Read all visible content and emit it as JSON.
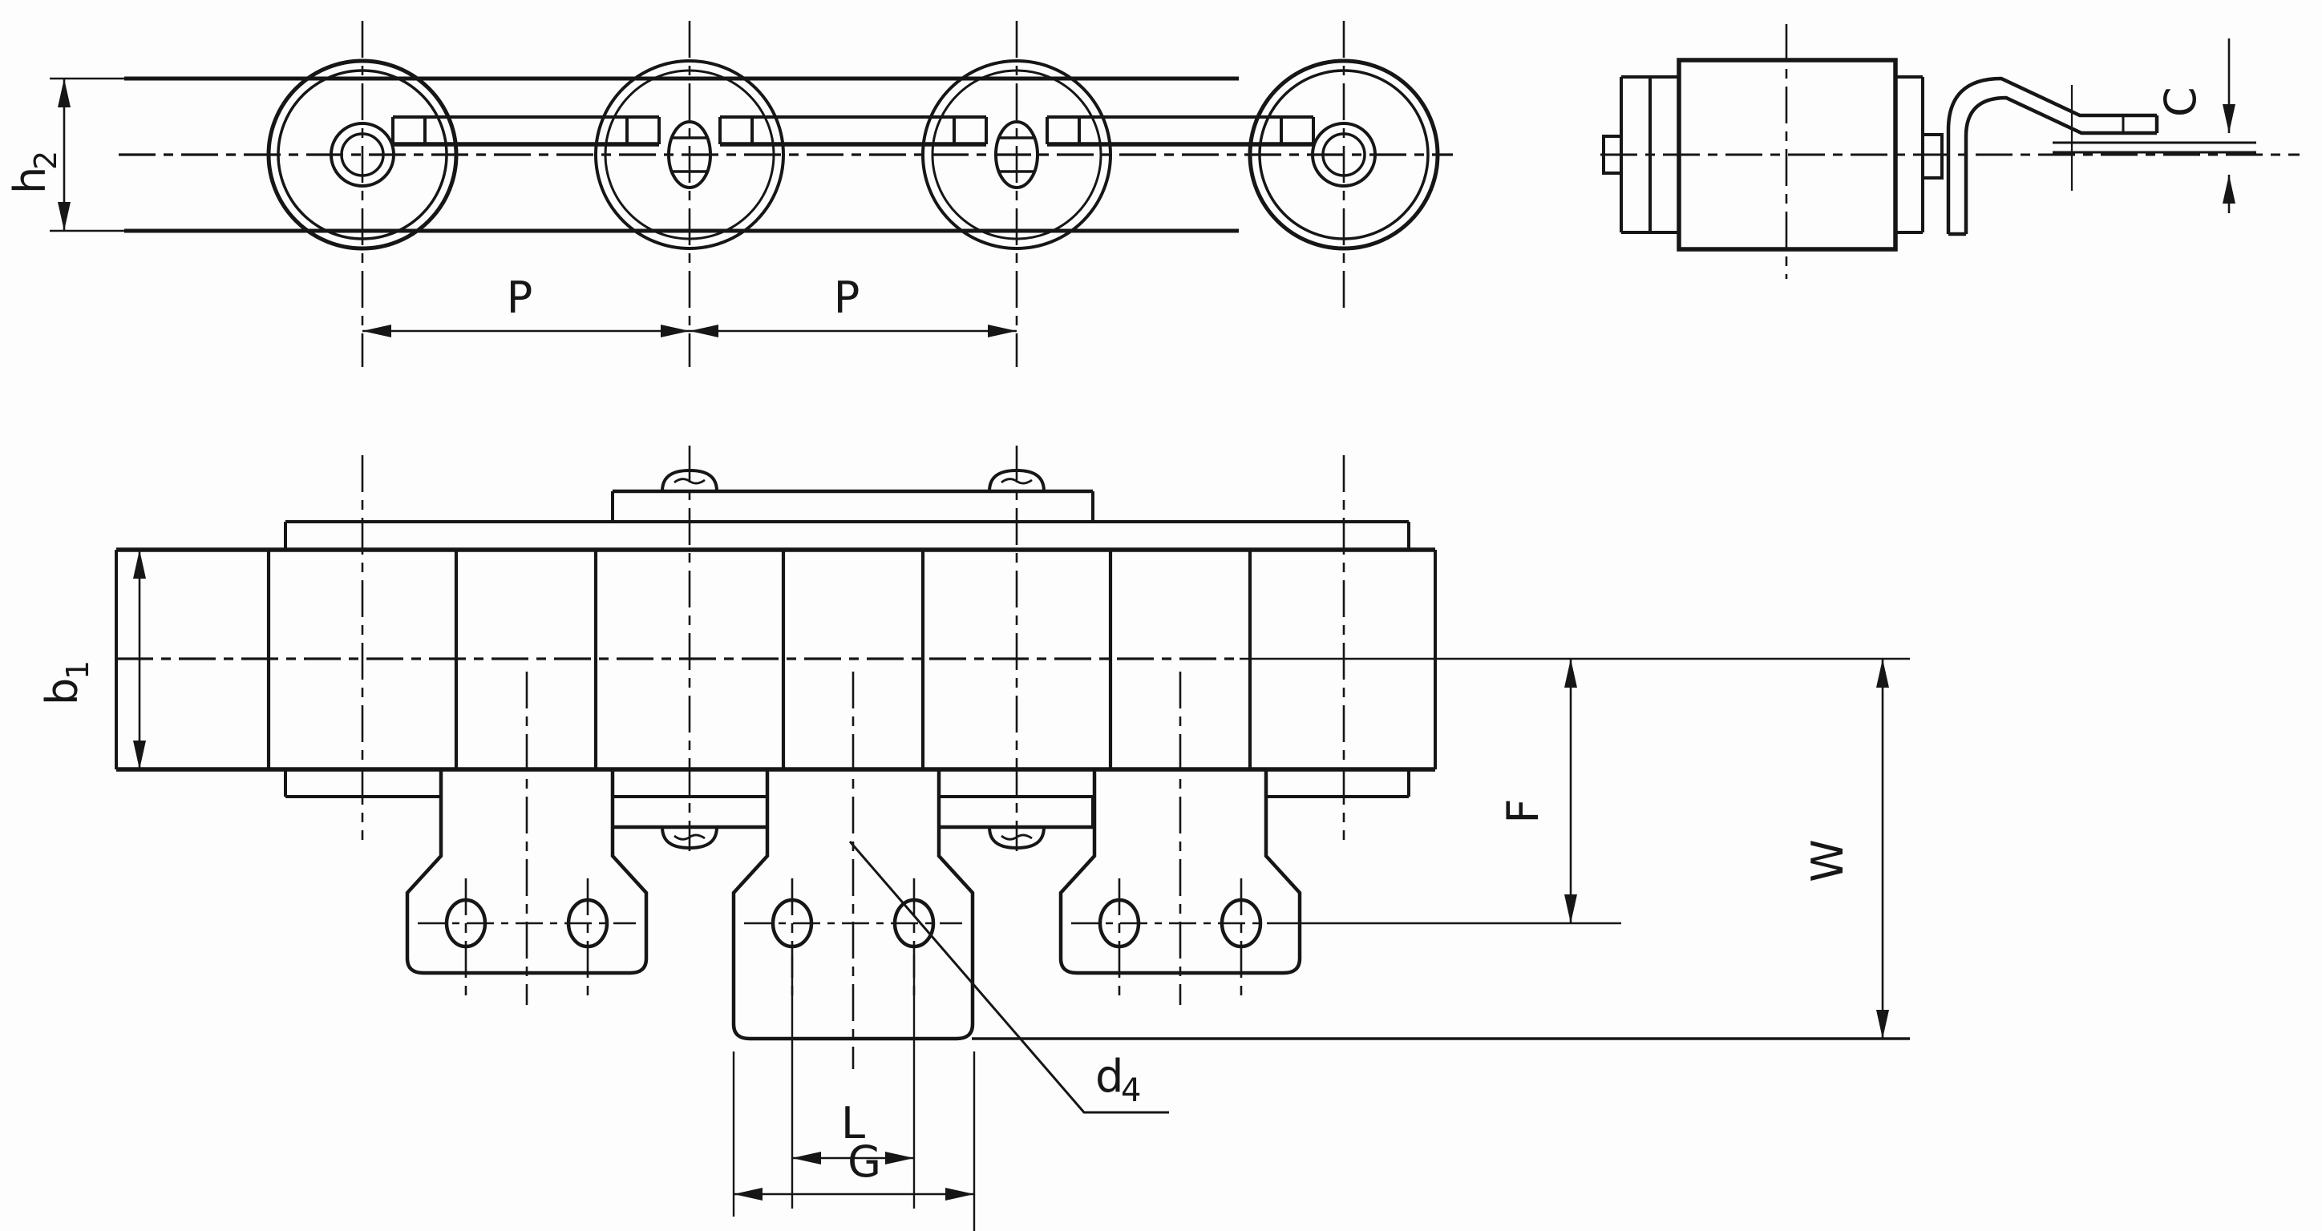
{
  "drawing": {
    "title": "Double pitch conveyor roller chain with bent attachments - dimensional drawing",
    "background_color": "#fdfdfd",
    "line_color": "#161616",
    "views": {
      "side_view": "chain side elevation with four rollers",
      "end_view": "chain end view with bent attachment profile",
      "plan_view": "chain plan view with bent attachment plates and bolt holes"
    },
    "dimensions": {
      "h2": {
        "main": "h",
        "sub": "2",
        "meaning": "link plate height"
      },
      "p": "P",
      "c": "C",
      "b1": {
        "main": "b",
        "sub": "1",
        "meaning": "inner width / roller length"
      },
      "f": "F",
      "w": "W",
      "l": "L",
      "g": "G",
      "d4": {
        "main": "d",
        "sub": "4",
        "meaning": "attachment hole diameter"
      }
    }
  }
}
